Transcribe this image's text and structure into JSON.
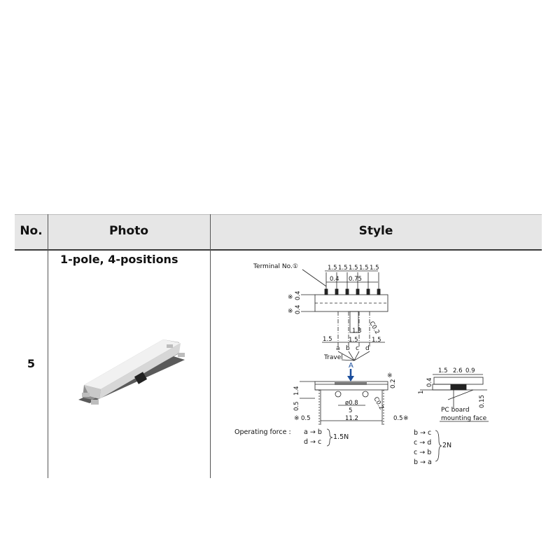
{
  "table": {
    "headers": {
      "no": "No.",
      "photo": "Photo",
      "style": "Style"
    },
    "rows": [
      {
        "no": "5",
        "photo_title": "1-pole, 4-positions"
      }
    ]
  },
  "drawing": {
    "terminal_label": "Terminal  No.①",
    "pitch_dims": [
      "1.5",
      "1.5",
      "1.5",
      "1.5",
      "1.5"
    ],
    "dim_04_top": "0.4",
    "dim_075": "0.75",
    "dim_04_a": "0.4",
    "dim_04_b": "0.4",
    "note_mark": "※",
    "dim_13": "1.3",
    "dim_c02": "C0.2",
    "dim_15_left": "1.5",
    "dim_15_mid": "1.5",
    "dim_15_right": "1.5",
    "positions": [
      "a",
      "b",
      "c",
      "d"
    ],
    "travel": "Travel",
    "arrow_a": "A",
    "dim_14": "1.4",
    "dim_05": "0.5",
    "dim_02": "0.2",
    "dim_phi08": "ø0.8",
    "dim_c02b": "C0.2",
    "dim_5": "5",
    "dim_05_left": "0.5",
    "dim_112": "11.2",
    "dim_05_right": "0.5",
    "side_dims": [
      "1.5",
      "2.6",
      "0.9"
    ],
    "side_04": "0.4",
    "side_1": "1",
    "side_015": "0.15",
    "pcb_label_1": "PC board",
    "pcb_label_2": "mounting  face",
    "force_label": "Operating  force  :",
    "force_lines_1": [
      "a → b",
      "d → c"
    ],
    "force_value_1": "1.5N",
    "force_lines_2": [
      "b → c",
      "c → d",
      "c → b",
      "b → a"
    ],
    "force_value_2": "2N"
  }
}
